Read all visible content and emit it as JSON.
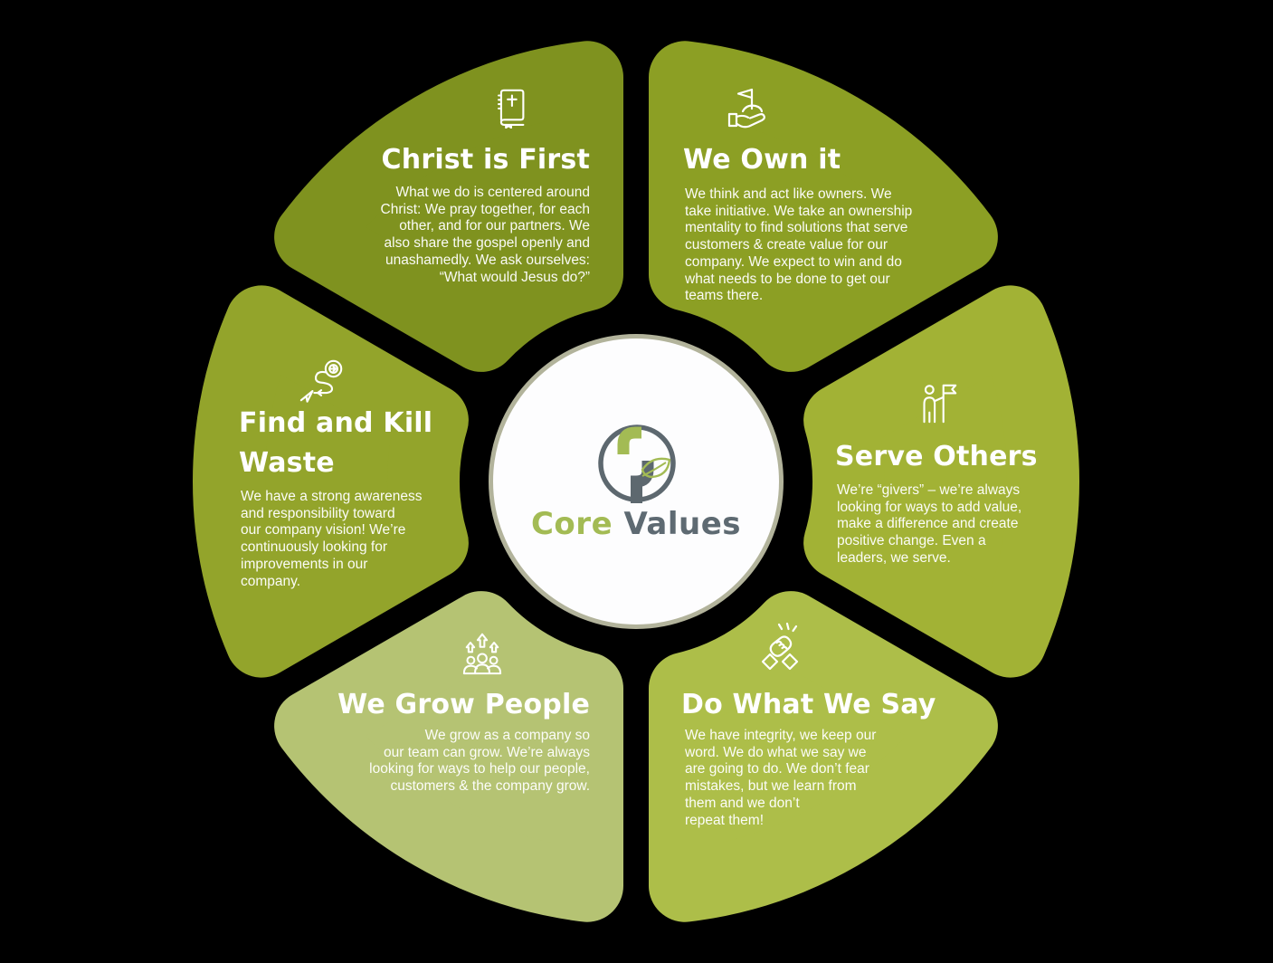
{
  "diagram_title": "Core Values diagram",
  "background_color": "#000000",
  "center": {
    "circle_fill": "#fdfdfe",
    "circle_border_color": "#b2b39b",
    "logo_icon": "leaf-monogram-logo",
    "logo_ring_color": "#5d686f",
    "logo_green": "#a3bb54",
    "title_part1": "Core",
    "title_part2": " Values",
    "title_part1_color": "#a3bb54",
    "title_part2_color": "#5e6a72"
  },
  "segments": [
    {
      "id": "christ-is-first",
      "title": "Christ is First",
      "icon": "bible-icon",
      "color": "#7f921f",
      "align": "right",
      "body": "What we do is centered around\nChrist: We pray together, for each\nother, and for our partners. We\nalso share the gospel openly and\nunashamedly. We ask ourselves:\n“What would Jesus do?”"
    },
    {
      "id": "we-own-it",
      "title": "We Own it",
      "icon": "hand-flag-icon",
      "color": "#8c9f24",
      "align": "left",
      "body": "We think and act like owners. We\ntake initiative. We take an ownership\nmentality to find solutions that serve\ncustomers & create value for our\ncompany. We expect to win and do\nwhat needs to be done to get our\nteams there."
    },
    {
      "id": "serve-others",
      "title": "Serve Others",
      "icon": "person-flag-icon",
      "color": "#a2b235",
      "align": "left",
      "body": "We’re “givers” – we’re always\nlooking for ways to add value,\nmake a difference and create\npositive change. Even a\nleaders, we serve."
    },
    {
      "id": "do-what-we-say",
      "title": "Do What We Say",
      "icon": "handshake-icon",
      "color": "#adbe49",
      "align": "left",
      "body": "We have integrity, we keep our\nword. We do what we say we\nare going to do. We don’t fear\nmistakes, but we learn from\nthem and we don’t\nrepeat them!"
    },
    {
      "id": "we-grow-people",
      "title": "We Grow People",
      "icon": "people-growth-icon",
      "color": "#b5c373",
      "align": "right",
      "body": "We grow as a company so\nour team can grow. We’re always\nlooking for ways to help our people,\ncustomers & the company grow."
    },
    {
      "id": "find-and-kill-waste",
      "title": "Find and Kill\nWaste",
      "icon": "dart-target-icon",
      "color": "#93a42b",
      "align": "left",
      "body": "We have a strong awareness\nand responsibility toward\nour company vision! We’re\ncontinuously looking for\nimprovements in our\ncompany."
    }
  ]
}
